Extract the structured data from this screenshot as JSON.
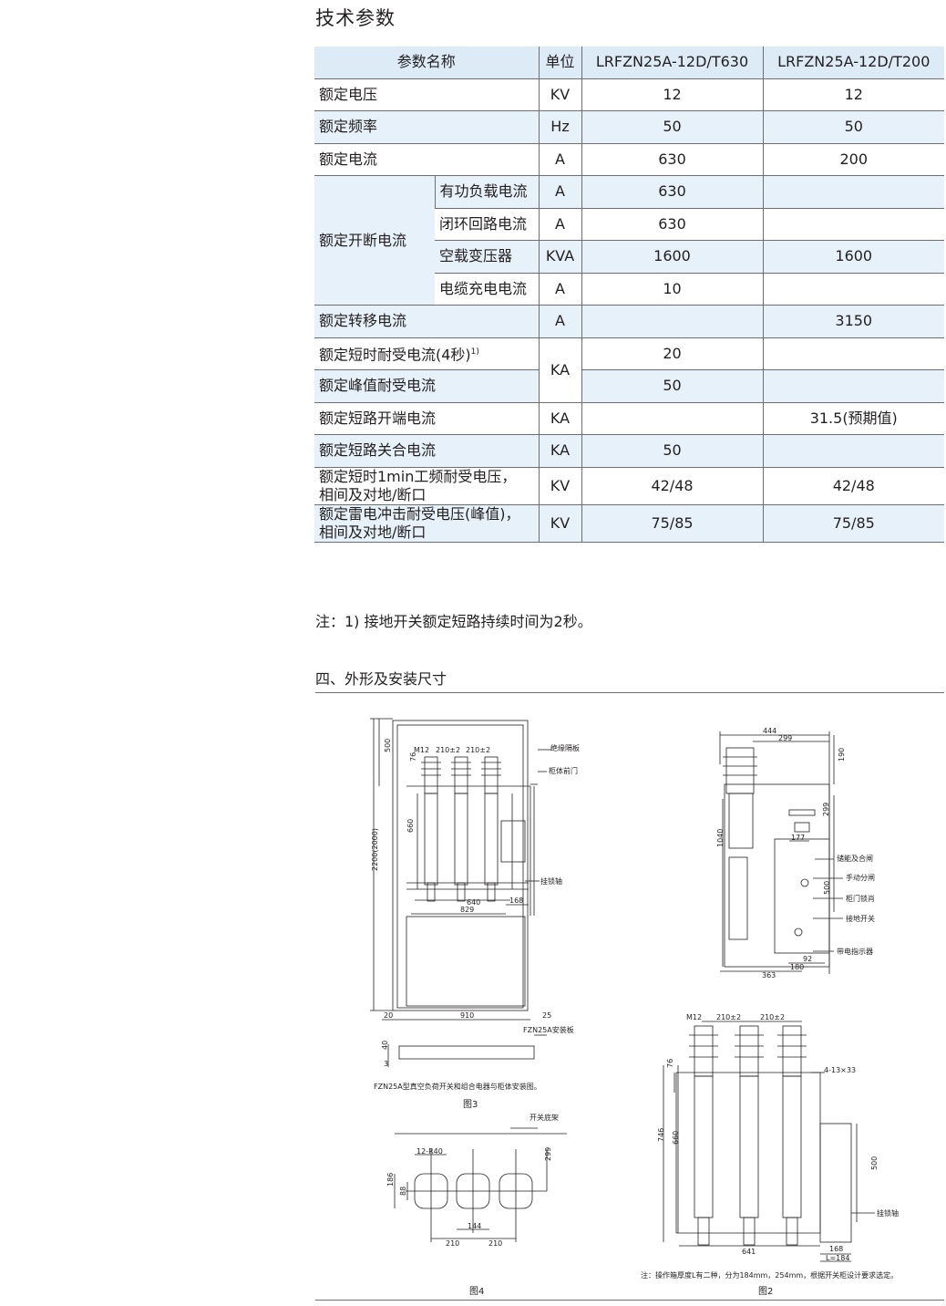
{
  "title": "技术参数",
  "table": {
    "headers": [
      "参数名称",
      "单位",
      "LRFZN25A-12D/T630",
      "LRFZN25A-12D/T200"
    ],
    "rows": [
      {
        "name": "额定电压",
        "unit": "KV",
        "t630": "12",
        "t200": "12"
      },
      {
        "name": "额定频率",
        "unit": "Hz",
        "t630": "50",
        "t200": "50"
      },
      {
        "name": "额定电流",
        "unit": "A",
        "t630": "630",
        "t200": "200"
      }
    ],
    "breaking": {
      "group": "额定开断电流",
      "rows": [
        {
          "name": "有功负载电流",
          "unit": "A",
          "t630": "630",
          "t200": ""
        },
        {
          "name": "闭环回路电流",
          "unit": "A",
          "t630": "630",
          "t200": ""
        },
        {
          "name": "空载变压器",
          "unit": "KVA",
          "t630": "1600",
          "t200": "1600"
        },
        {
          "name": "电缆充电电流",
          "unit": "A",
          "t630": "10",
          "t200": ""
        }
      ]
    },
    "transfer": {
      "name": "额定转移电流",
      "unit": "A",
      "t630": "",
      "t200": "3150"
    },
    "short_time": {
      "name": "额定短时耐受电流(4秒)",
      "sup": "1)",
      "unit": "KA",
      "t630": "20",
      "t200": ""
    },
    "peak": {
      "name": "额定峰值耐受电流",
      "t630": "50",
      "t200": ""
    },
    "sc_break": {
      "name": "额定短路开端电流",
      "unit": "KA",
      "t630": "",
      "t200": "31.5(预期值)"
    },
    "sc_make": {
      "name": "额定短路关合电流",
      "unit": "KA",
      "t630": "50",
      "t200": ""
    },
    "pf_voltage": {
      "line1": "额定短时1min工频耐受电压，",
      "line2": "相间及对地/断口",
      "unit": "KV",
      "t630": "42/48",
      "t200": "42/48"
    },
    "li_voltage": {
      "line1": "额定雷电冲击耐受电压(峰值)，",
      "line2": "相间及对地/断口",
      "unit": "KV",
      "t630": "75/85",
      "t200": "75/85"
    }
  },
  "note": "注：1) 接地开关额定短路持续时间为2秒。",
  "section_title": "四、外形及安装尺寸",
  "drawings": {
    "fig3": {
      "dims": {
        "d500": "500",
        "d2200": "2200(2000)",
        "d76": "76",
        "d660": "660",
        "m12": "M12",
        "d210a": "210±2",
        "d210b": "210±2",
        "d640": "640",
        "d829": "829",
        "d168": "168",
        "d20": "20",
        "d910": "910",
        "d25": "25",
        "d40": "40",
        "d3": "3"
      },
      "labels": {
        "insul": "绝缘隔板",
        "door": "柜体前门",
        "lock": "挂锁轴",
        "plate": "FZN25A安装板"
      },
      "caption_text": "FZN25A型真空负荷开关和组合电器与柜体安装图。",
      "caption": "图3"
    },
    "fig_side": {
      "dims": {
        "d444": "444",
        "d299a": "299",
        "d190": "190",
        "d299b": "299",
        "d177": "177",
        "d1040": "1040",
        "d500": "500",
        "d92": "92",
        "d180": "180",
        "d363": "363"
      },
      "labels": {
        "l1": "储能及合闸",
        "l2": "手动分闸",
        "l3": "柜门锁肖",
        "l4": "接地开关",
        "l5": "带电指示器"
      }
    },
    "fig4": {
      "dims": {
        "r40": "12-R40",
        "d299": "299",
        "d186": "186",
        "d88": "88",
        "d144": "144",
        "d210a": "210",
        "d210b": "210"
      },
      "labels": {
        "base": "开关底架"
      },
      "caption": "图4"
    },
    "fig2": {
      "dims": {
        "m12": "M12",
        "d210a": "210±2",
        "d210b": "210±2",
        "d76": "76",
        "holes": "4-13×33",
        "d746": "746",
        "d660": "660",
        "d500": "500",
        "d641": "641",
        "d168": "168",
        "l184": "L=184"
      },
      "labels": {
        "lock": "挂锁轴"
      },
      "footnote": "注：操作箱厚度L有二种，分为184mm，254mm，根据开关柜设计要求选定。",
      "caption": "图2"
    }
  }
}
